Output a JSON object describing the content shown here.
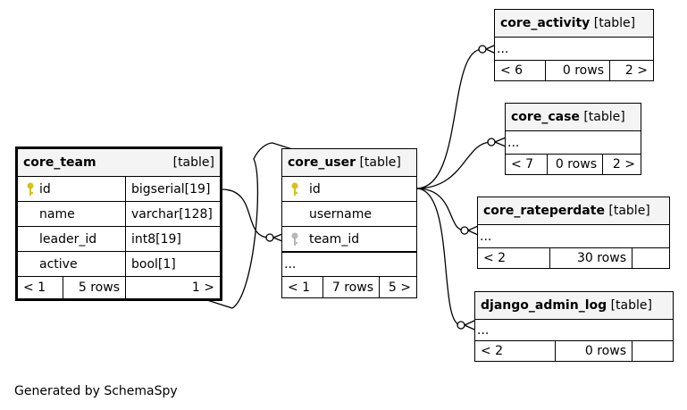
{
  "core_team": {
    "name": "core_team",
    "type": "[table]",
    "columns": [
      {
        "name": "id",
        "type": "bigserial[19]"
      },
      {
        "name": "name",
        "type": "varchar[128]"
      },
      {
        "name": "leader_id",
        "type": "int8[19]"
      },
      {
        "name": "active",
        "type": "bool[1]"
      }
    ],
    "footer": {
      "parents": "< 1",
      "rows": "5 rows",
      "children": "1 >"
    }
  },
  "core_user": {
    "name": "core_user",
    "type": "[table]",
    "columns": [
      {
        "name": "id"
      },
      {
        "name": "username"
      },
      {
        "name": "team_id"
      }
    ],
    "ellipsis": "...",
    "footer": {
      "parents": "< 1",
      "rows": "7 rows",
      "children": "5 >"
    }
  },
  "core_activity": {
    "name": "core_activity",
    "type": "[table]",
    "ellipsis": "...",
    "footer": {
      "parents": "< 6",
      "rows": "0 rows",
      "children": "2 >"
    }
  },
  "core_case": {
    "name": "core_case",
    "type": "[table]",
    "ellipsis": "...",
    "footer": {
      "parents": "< 7",
      "rows": "0 rows",
      "children": "2 >"
    }
  },
  "core_rateperdate": {
    "name": "core_rateperdate",
    "type": "[table]",
    "ellipsis": "...",
    "footer": {
      "parents": "< 2",
      "rows": "30 rows",
      "children": ""
    }
  },
  "django_admin_log": {
    "name": "django_admin_log",
    "type": "[table]",
    "ellipsis": "...",
    "footer": {
      "parents": "< 2",
      "rows": "0 rows",
      "children": ""
    }
  },
  "generated_by": "Generated by SchemaSpy",
  "colors": {
    "primary_key": "#d4c21a",
    "foreign_key": "#b8b8b8",
    "header_bg": "#f4f4f4"
  }
}
